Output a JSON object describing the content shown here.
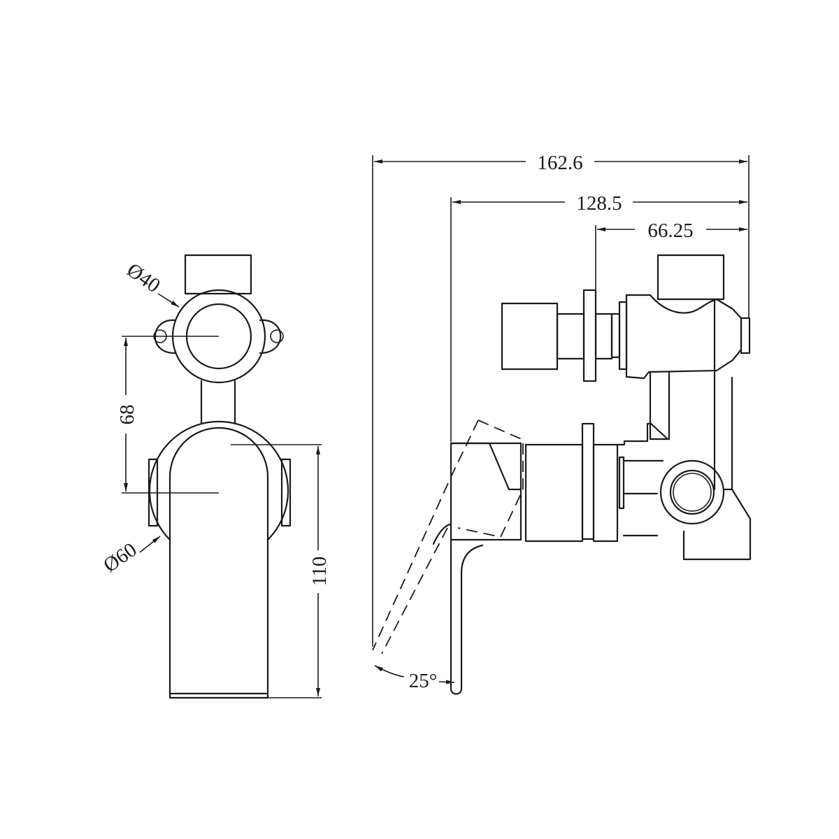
{
  "drawing": {
    "title": "Shower mixer with diverter - technical drawing",
    "line_color": "#1a1a1a",
    "background": "#ffffff",
    "front_view": {
      "dimensions": {
        "inlet_diameter": "Ø40",
        "plate_diameter": "Ø60",
        "vertical_spacing": "68",
        "lever_height": "110"
      }
    },
    "side_view": {
      "dimensions": {
        "overall_depth": "162.6",
        "lever_depth": "128.5",
        "diverter_depth": "66.25",
        "lever_angle": "25°"
      }
    }
  }
}
